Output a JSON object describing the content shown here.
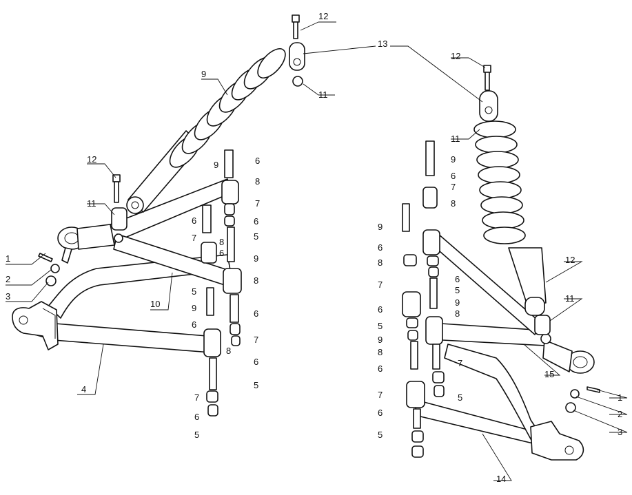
{
  "callouts_left": [
    {
      "id": "l1",
      "text": "1"
    },
    {
      "id": "l2",
      "text": "2"
    },
    {
      "id": "l3",
      "text": "3"
    },
    {
      "id": "l4",
      "text": "4"
    },
    {
      "id": "l5a",
      "text": "5"
    },
    {
      "id": "l5b",
      "text": "5"
    },
    {
      "id": "l5c",
      "text": "5"
    },
    {
      "id": "l5d",
      "text": "5"
    },
    {
      "id": "l6a",
      "text": "6"
    },
    {
      "id": "l6b",
      "text": "6"
    },
    {
      "id": "l6c",
      "text": "6"
    },
    {
      "id": "l6d",
      "text": "6"
    },
    {
      "id": "l6e",
      "text": "6"
    },
    {
      "id": "l6f",
      "text": "6"
    },
    {
      "id": "l6g",
      "text": "6"
    },
    {
      "id": "l6h",
      "text": "6"
    },
    {
      "id": "l7a",
      "text": "7"
    },
    {
      "id": "l7b",
      "text": "7"
    },
    {
      "id": "l7c",
      "text": "7"
    },
    {
      "id": "l7d",
      "text": "7"
    },
    {
      "id": "l8a",
      "text": "8"
    },
    {
      "id": "l8b",
      "text": "8"
    },
    {
      "id": "l8c",
      "text": "8"
    },
    {
      "id": "l8d",
      "text": "8"
    },
    {
      "id": "l9a",
      "text": "9"
    },
    {
      "id": "l9b",
      "text": "9"
    },
    {
      "id": "l9c",
      "text": "9"
    },
    {
      "id": "l9d",
      "text": "9"
    },
    {
      "id": "l10",
      "text": "10"
    },
    {
      "id": "l11a",
      "text": "11"
    },
    {
      "id": "l11b",
      "text": "11"
    },
    {
      "id": "l12a",
      "text": "12"
    },
    {
      "id": "l12b",
      "text": "12"
    },
    {
      "id": "l13",
      "text": "13"
    }
  ],
  "callouts_right": [
    {
      "id": "r1",
      "text": "1"
    },
    {
      "id": "r2",
      "text": "2"
    },
    {
      "id": "r3",
      "text": "3"
    },
    {
      "id": "r5a",
      "text": "5"
    },
    {
      "id": "r5b",
      "text": "5"
    },
    {
      "id": "r5c",
      "text": "5"
    },
    {
      "id": "r5d",
      "text": "5"
    },
    {
      "id": "r6a",
      "text": "6"
    },
    {
      "id": "r6b",
      "text": "6"
    },
    {
      "id": "r6c",
      "text": "6"
    },
    {
      "id": "r6d",
      "text": "6"
    },
    {
      "id": "r6e",
      "text": "6"
    },
    {
      "id": "r6f",
      "text": "6"
    },
    {
      "id": "r7a",
      "text": "7"
    },
    {
      "id": "r7b",
      "text": "7"
    },
    {
      "id": "r7c",
      "text": "7"
    },
    {
      "id": "r7d",
      "text": "7"
    },
    {
      "id": "r8a",
      "text": "8"
    },
    {
      "id": "r8b",
      "text": "8"
    },
    {
      "id": "r8c",
      "text": "8"
    },
    {
      "id": "r8d",
      "text": "8"
    },
    {
      "id": "r9a",
      "text": "9"
    },
    {
      "id": "r9b",
      "text": "9"
    },
    {
      "id": "r9c",
      "text": "9"
    },
    {
      "id": "r9d",
      "text": "9"
    },
    {
      "id": "r11a",
      "text": "11"
    },
    {
      "id": "r11b",
      "text": "11"
    },
    {
      "id": "r12a",
      "text": "12"
    },
    {
      "id": "r12b",
      "text": "12"
    },
    {
      "id": "r14",
      "text": "14"
    },
    {
      "id": "r15",
      "text": "15"
    }
  ]
}
